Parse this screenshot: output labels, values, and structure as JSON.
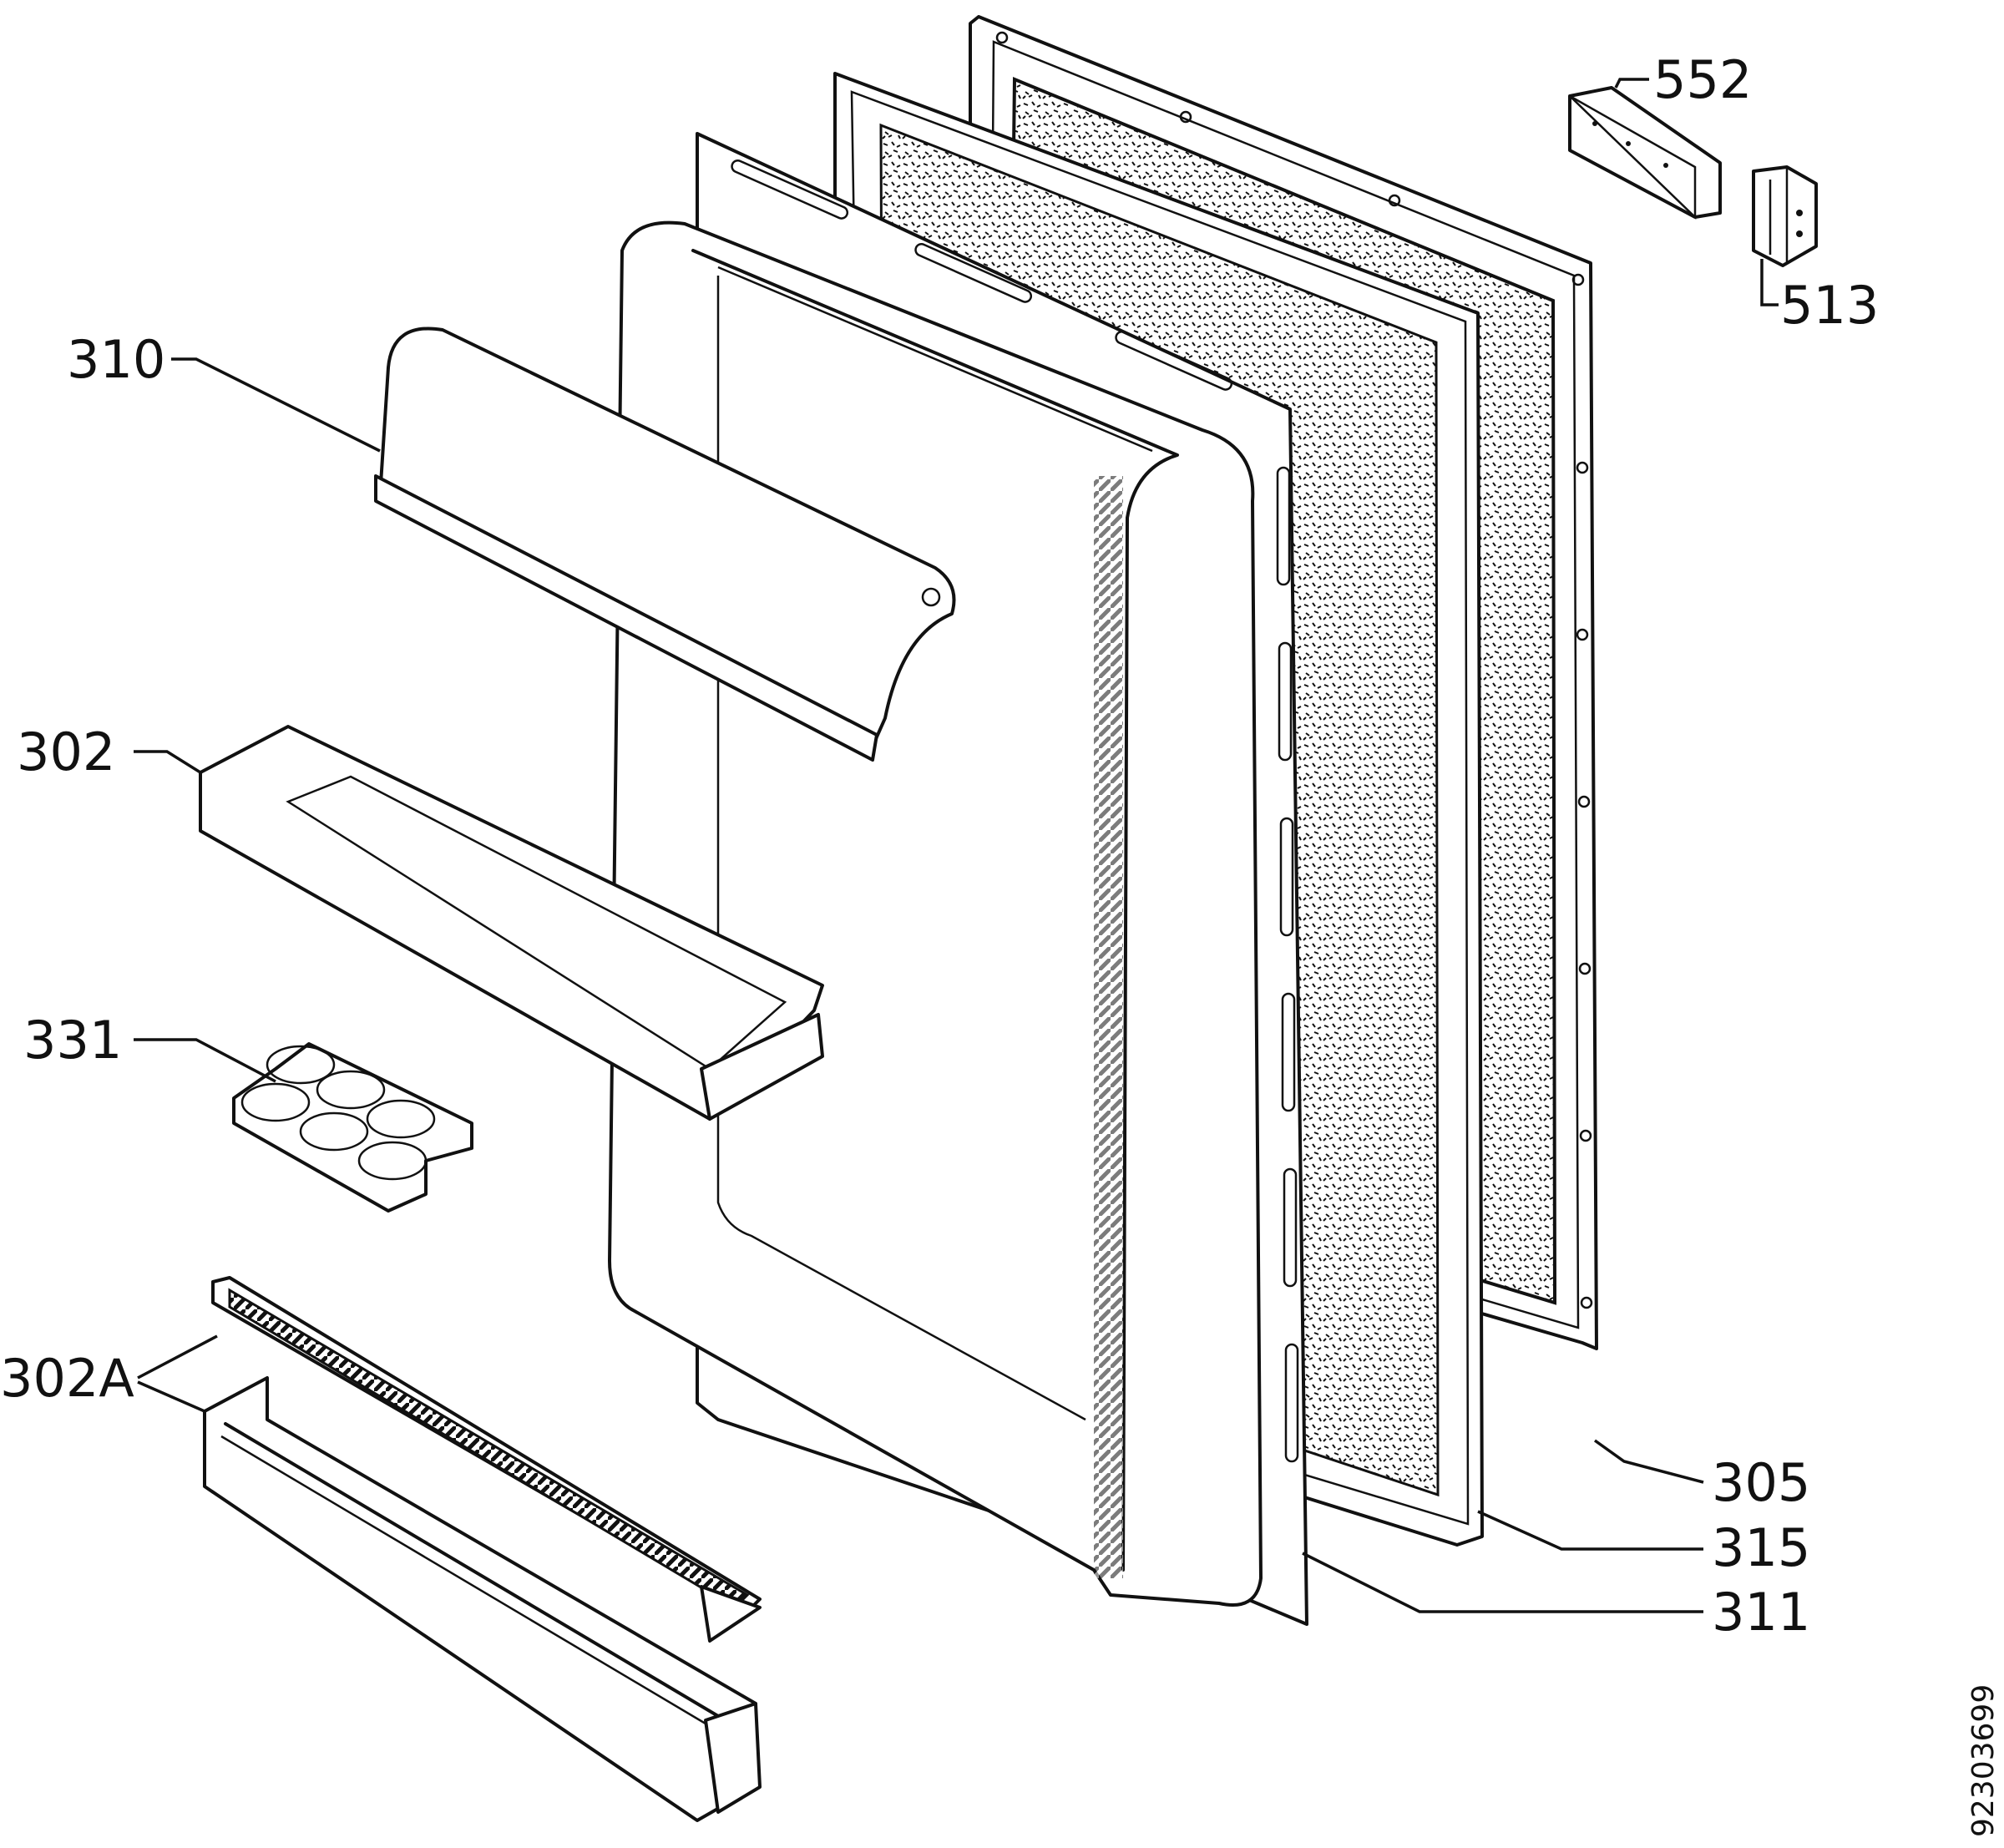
{
  "drawing": {
    "callouts": {
      "c310": "310",
      "c302": "302",
      "c331": "331",
      "c302a": "302A",
      "c552": "552",
      "c513": "513",
      "c305": "305",
      "c315": "315",
      "c311": "311"
    },
    "document_number": "92303699"
  }
}
